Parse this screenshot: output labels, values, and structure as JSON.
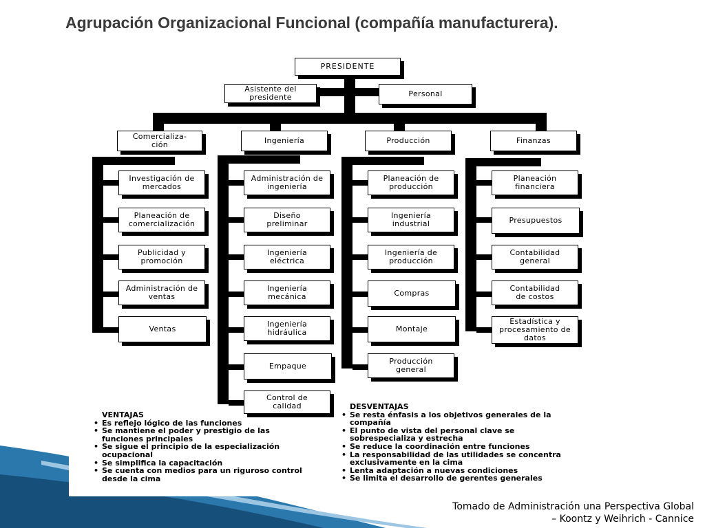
{
  "title": "Agrupación Organizacional Funcional (compañía manufacturera).",
  "chart": {
    "top": "PRESIDENTE",
    "staff": [
      "Asistente del presidente",
      "Personal"
    ],
    "departments": [
      {
        "name": "Comercialización",
        "name_display": "Comercializa- ción",
        "units": [
          "Investigación de mercados",
          "Planeación de comercialización",
          "Publicidad y promoción",
          "Administración de ventas",
          "Ventas"
        ]
      },
      {
        "name": "Ingeniería",
        "name_display": "Ingeniería",
        "units": [
          "Administración de ingeniería",
          "Diseño preliminar",
          "Ingeniería eléctrica",
          "Ingeniería mecánica",
          "Ingeniería hidráulica",
          "Empaque",
          "Control de calidad"
        ]
      },
      {
        "name": "Producción",
        "name_display": "Producción",
        "units": [
          "Planeación de producción",
          "Ingeniería industrial",
          "Ingeniería de producción",
          "Compras",
          "Montaje",
          "Producción general"
        ]
      },
      {
        "name": "Finanzas",
        "name_display": "Finanzas",
        "units": [
          "Planeación financiera",
          "Presupuestos",
          "Contabilidad general",
          "Contabilidad de costos",
          "Estadística y procesamiento de datos"
        ]
      }
    ]
  },
  "ventajas": {
    "heading": "VENTAJAS",
    "items": [
      "Es reflejo lógico de las funciones",
      "Se mantiene el poder y prestigio de las funciones principales",
      "Se sigue el principio de la especialización ocupacional",
      "Se simplifica la capacitación",
      "Se cuenta con medios para un riguroso control desde la cima"
    ]
  },
  "desventajas": {
    "heading": "DESVENTAJAS",
    "items": [
      "Se resta énfasis a los objetivos generales de la compañía",
      "El punto de vista del personal clave se sobrespecializa y estrecha",
      "Se reduce la coordinación entre funciones",
      "La responsabilidad de las utilidades se concentra exclusivamente en la cima",
      "Lenta adaptación a nuevas condiciones",
      "Se limita el desarrollo de gerentes generales"
    ]
  },
  "source": {
    "line1": "Tomado de Administración una Perspectiva Global",
    "line2": "– Koontz y Weihrich - Cannice"
  },
  "colors": {
    "swoosh_dark": "#1a5f8f",
    "swoosh_light": "#7fb3d5",
    "ink": "#000000"
  }
}
